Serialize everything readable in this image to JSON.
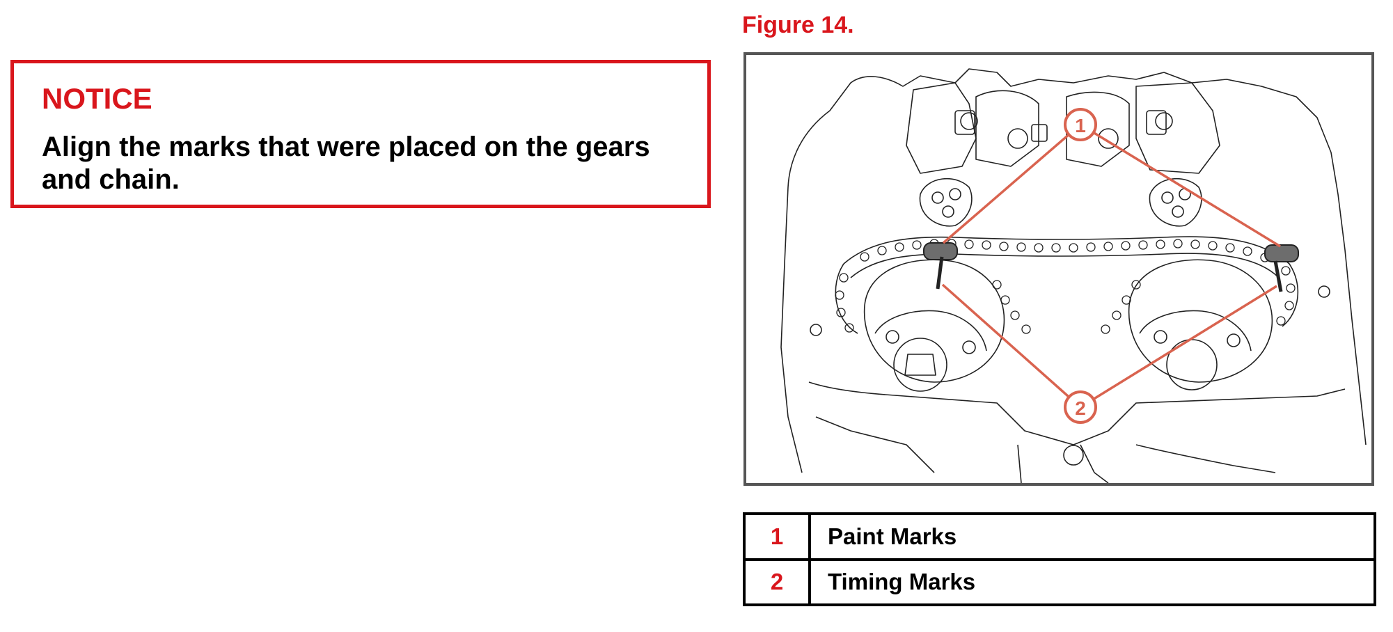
{
  "notice": {
    "title": "NOTICE",
    "text": "Align the marks that were placed on the gears and chain."
  },
  "figure": {
    "title": "Figure 14.",
    "callouts": [
      "1",
      "2"
    ]
  },
  "legend": {
    "rows": [
      {
        "number": "1",
        "label": "Paint Marks"
      },
      {
        "number": "2",
        "label": "Timing Marks"
      }
    ]
  },
  "colors": {
    "accent": "#d9161c",
    "callout_line": "#d9634f",
    "frame": "#555555"
  }
}
